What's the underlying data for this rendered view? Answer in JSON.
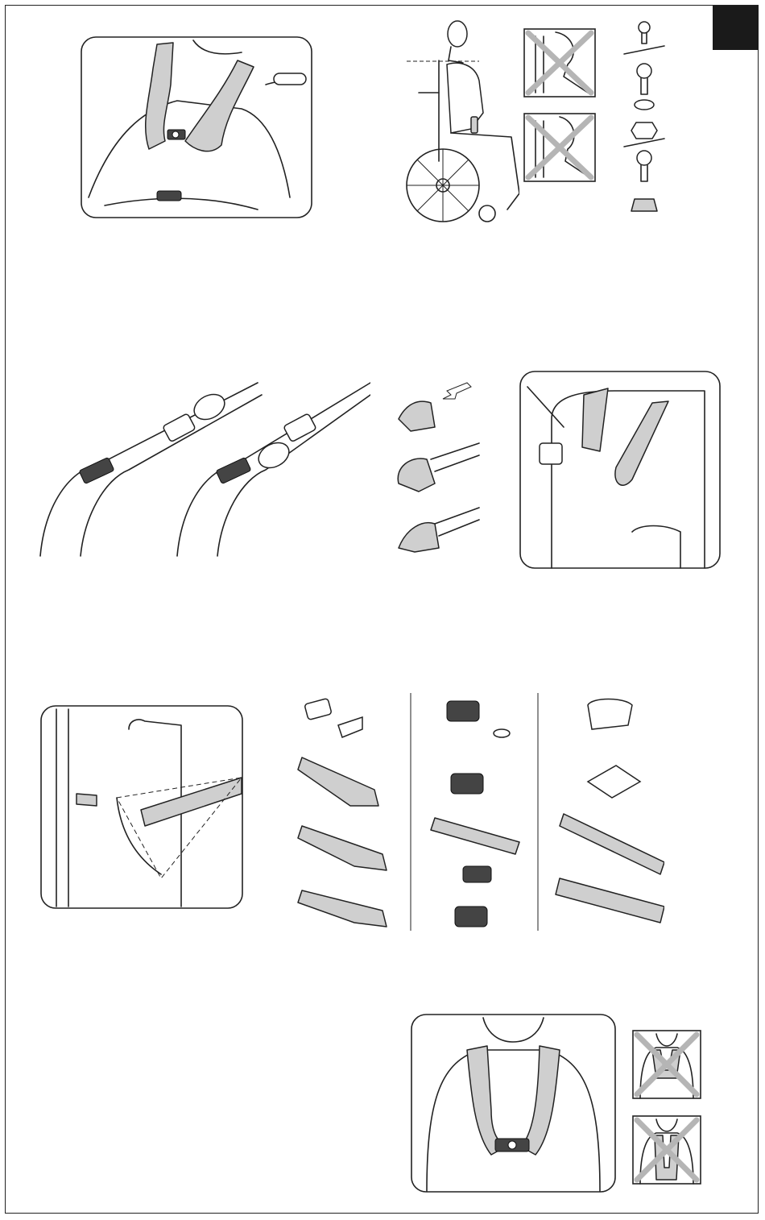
{
  "page": {
    "title": "",
    "theme_colors": {
      "line": "#222222",
      "strap_fill": "#cfcfcf",
      "tab": "#1a1a1a",
      "cross": "#b5b5b5"
    }
  },
  "figures": [
    {
      "id": "fig1",
      "icon": "harness-on-user-closeup"
    },
    {
      "id": "fig2",
      "icon": "wheelchair-shoulder-height"
    },
    {
      "id": "fig3",
      "icon": "incorrect-position-cross"
    },
    {
      "id": "fig4",
      "icon": "incorrect-position-cross"
    },
    {
      "id": "fig5",
      "icon": "screw-washer-nut-parts"
    },
    {
      "id": "fig6",
      "icon": "buckle-strap-variants"
    },
    {
      "id": "fig7",
      "icon": "strap-threading-steps"
    },
    {
      "id": "fig8",
      "icon": "mark-and-mount-bracket"
    },
    {
      "id": "fig9",
      "icon": "mounting-angle"
    },
    {
      "id": "fig10",
      "icon": "fastener-options"
    },
    {
      "id": "fig11",
      "icon": "correct-fitted-harness"
    },
    {
      "id": "fig12",
      "icon": "incorrect-fit-cross"
    }
  ]
}
